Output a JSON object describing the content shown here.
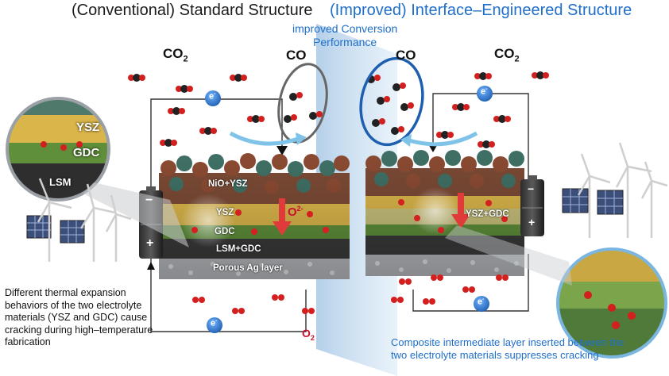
{
  "titles": {
    "left": "(Conventional) Standard Structure",
    "right": "(Improved) Interface–Engineered Structure",
    "improved_line1": "improved Conversion",
    "improved_line2": "Performance"
  },
  "gas": {
    "co2_left": "CO",
    "co2_left_sub": "2",
    "co_left": "CO",
    "co_right": "CO",
    "co2_right": "CO",
    "co2_right_sub": "2",
    "o2": "O",
    "o2_sub": "2"
  },
  "layers": {
    "nio_ysz": "NiO+YSZ",
    "ysz": "YSZ",
    "gdc": "GDC",
    "lsm_gdc": "LSM+GDC",
    "porous_ag": "Porous Ag layer",
    "ysz_gdc": "YSZ+GDC",
    "oxide_ion": "O",
    "oxide_ion_sup": "2-"
  },
  "zoom_left": {
    "ysz": "YSZ",
    "gdc": "GDC",
    "lsm": "LSM"
  },
  "electron": {
    "symbol": "e",
    "sup": "-"
  },
  "battery": {
    "minus": "−",
    "plus": "+"
  },
  "notes": {
    "left": "Different thermal expansion behaviors of the two electrolyte materials (YSZ and GDC) cause cracking during high–temperature fabrication",
    "right": "Composite intermediate layer inserted between the two electrolyte materials suppresses cracking"
  },
  "colors": {
    "accent_blue": "#1f6fc9",
    "oxide_red": "#c8102e",
    "ysz_yellow": "#d9b54a",
    "gdc_green": "#5f8f3a",
    "nio_brown": "#8a4a32",
    "nio_teal": "#3f6f64",
    "lsm_dark": "#3a3a3a",
    "ag_gray": "#b5b8bc",
    "glass": "#a9c9e6"
  }
}
